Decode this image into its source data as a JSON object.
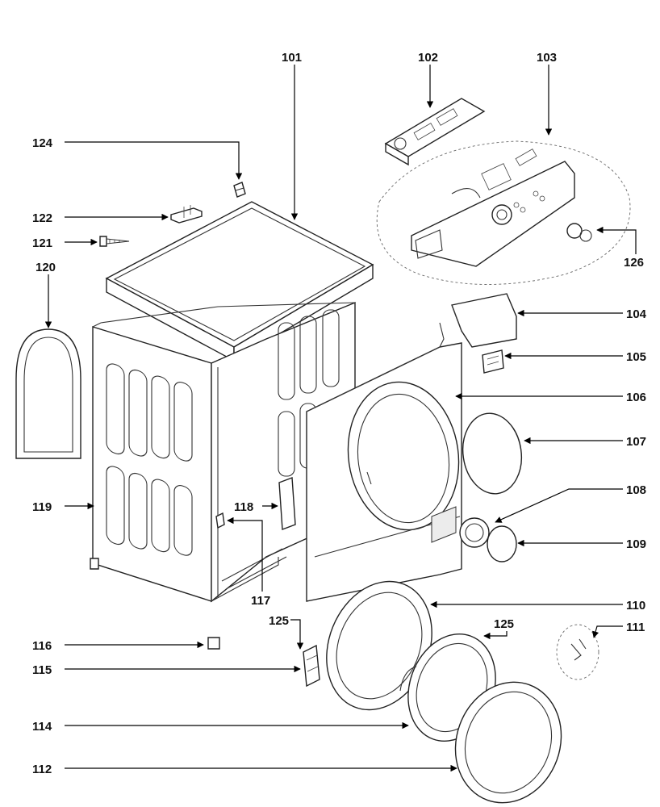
{
  "labels": {
    "l101": "101",
    "l102": "102",
    "l103": "103",
    "l104": "104",
    "l105": "105",
    "l106": "106",
    "l107": "107",
    "l108": "108",
    "l109": "109",
    "l110": "110",
    "l111": "111",
    "l112": "112",
    "l114": "114",
    "l115": "115",
    "l116": "116",
    "l117": "117",
    "l118": "118",
    "l119": "119",
    "l120": "120",
    "l121": "121",
    "l122": "122",
    "l124": "124",
    "l125a": "125",
    "l125b": "125",
    "l126": "126"
  }
}
